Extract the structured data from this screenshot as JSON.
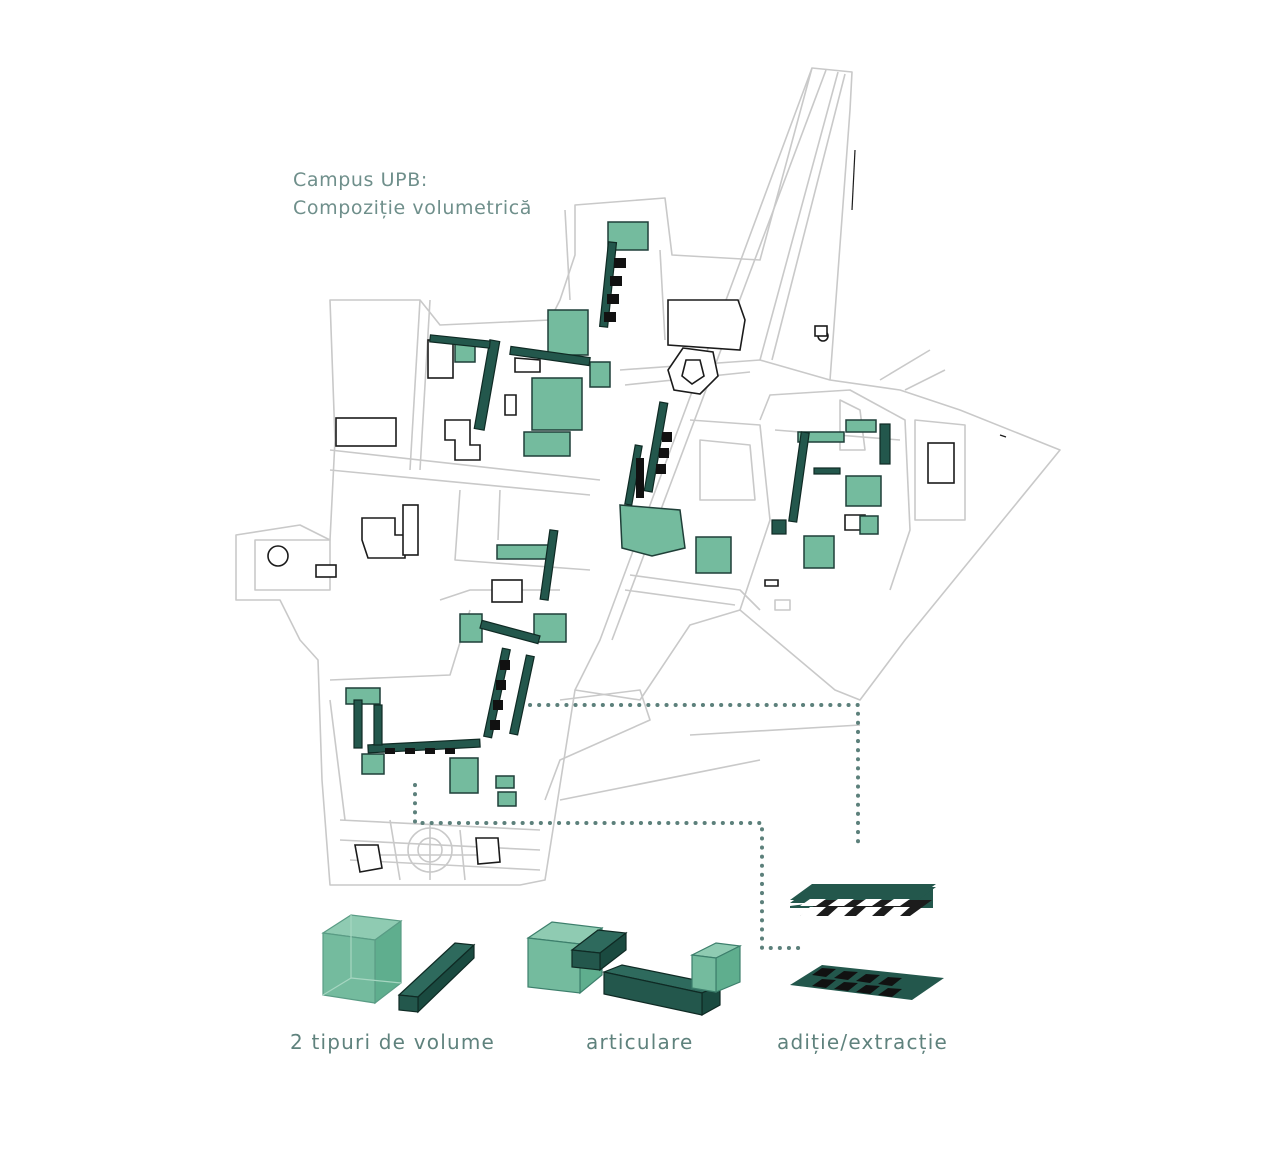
{
  "title": {
    "line1": "Campus UPB:",
    "line2": "Compoziție volumetrică"
  },
  "legend": {
    "volume_types": "2 tipuri de volume",
    "articulation": "articulare",
    "addition_extraction": "adiție/extracție"
  },
  "colors": {
    "light_volume": "#74bb9e",
    "dark_volume": "#23574c",
    "outline": "#c7c7c7",
    "text": "#6f8f8b",
    "dots": "#5c807b"
  },
  "icons": [
    "map-outline",
    "building-volume",
    "connector-dots"
  ]
}
